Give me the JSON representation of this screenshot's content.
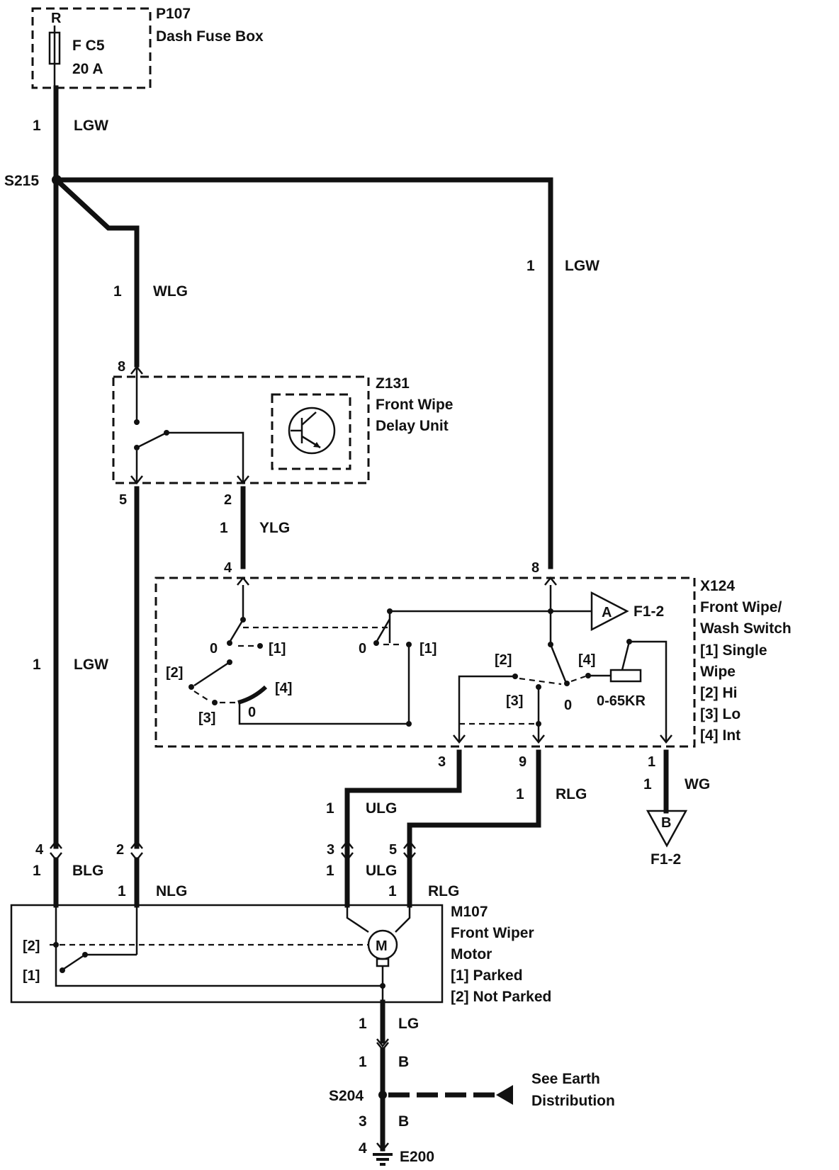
{
  "components": {
    "fuse_box": {
      "code": "P107",
      "name": "Dash Fuse Box",
      "corner_label": "R",
      "fuse_label": "F C5",
      "fuse_rating": "20 A"
    },
    "delay_unit": {
      "code": "Z131",
      "name_line1": "Front Wipe",
      "name_line2": "Delay Unit",
      "pin_in": "8",
      "pin_out_a": "5",
      "pin_out_b": "2"
    },
    "switch": {
      "code": "X124",
      "name_line1": "Front Wipe/",
      "name_line2": "Wash Switch",
      "legend": [
        "[1]  Single",
        "Wipe",
        "[2]  Hi",
        "[3]  Lo",
        "[4]  Int"
      ],
      "pin_top_left": "4",
      "pin_top_right": "8",
      "pin_bot_1": "3",
      "pin_bot_2": "9",
      "pin_bot_3": "1",
      "pos_0a": "0",
      "pos_1a": "[1]",
      "pos_2a": "[2]",
      "pos_3a": "[3]",
      "pos_4a": "[4]",
      "pos_0b": "0",
      "pos_0c": "0",
      "pos_1b": "[1]",
      "pos_2b": "[2]",
      "pos_3b": "[3]",
      "pos_4b": "[4]",
      "pos_0d": "0",
      "resistor": "0-65KR",
      "ref_a": "A",
      "ref_a_target": "F1-2"
    },
    "motor": {
      "code": "M107",
      "name_line1": "Front Wiper",
      "name_line2": "Motor",
      "state1": "[1]  Parked",
      "state2": "[2]  Not Parked",
      "symbol": "M",
      "pos1": "[1]",
      "pos2": "[2]",
      "pin_a": "4",
      "pin_b": "2",
      "pin_c": "3",
      "pin_d": "5"
    },
    "splice_top": "S215",
    "splice_earth": "S204",
    "earth": "E200",
    "earth_note_line1": "See Earth",
    "earth_note_line2": "Distribution",
    "ref_b": "B",
    "ref_b_target": "F1-2"
  },
  "wires": {
    "fuse_to_s215": {
      "num": "1",
      "color": "LGW"
    },
    "s215_to_delay": {
      "num": "1",
      "color": "WLG"
    },
    "s215_to_switch": {
      "num": "1",
      "color": "LGW"
    },
    "s215_to_motor": {
      "num": "1",
      "color": "LGW"
    },
    "delay_to_switch": {
      "num": "1",
      "color": "YLG"
    },
    "switch_to_motor3": {
      "num": "1",
      "color": "ULG"
    },
    "switch_to_motor5": {
      "num": "1",
      "color": "RLG"
    },
    "switch_to_ref_b": {
      "num": "1",
      "color": "WG"
    },
    "motor_pin4_inside": {
      "num": "1",
      "color": "BLG"
    },
    "motor_pin2_inside": {
      "num": "1",
      "color": "NLG"
    },
    "motor_pin3_inside": {
      "num": "1",
      "color": "ULG"
    },
    "motor_pin5_inside": {
      "num": "1",
      "color": "RLG"
    },
    "motor_to_ground": {
      "num": "1",
      "color": "LG"
    },
    "ground_to_s204": {
      "num": "1",
      "color": "B"
    },
    "s204_to_e200": {
      "num": "3",
      "color": "B"
    },
    "e200_pin": "4"
  }
}
